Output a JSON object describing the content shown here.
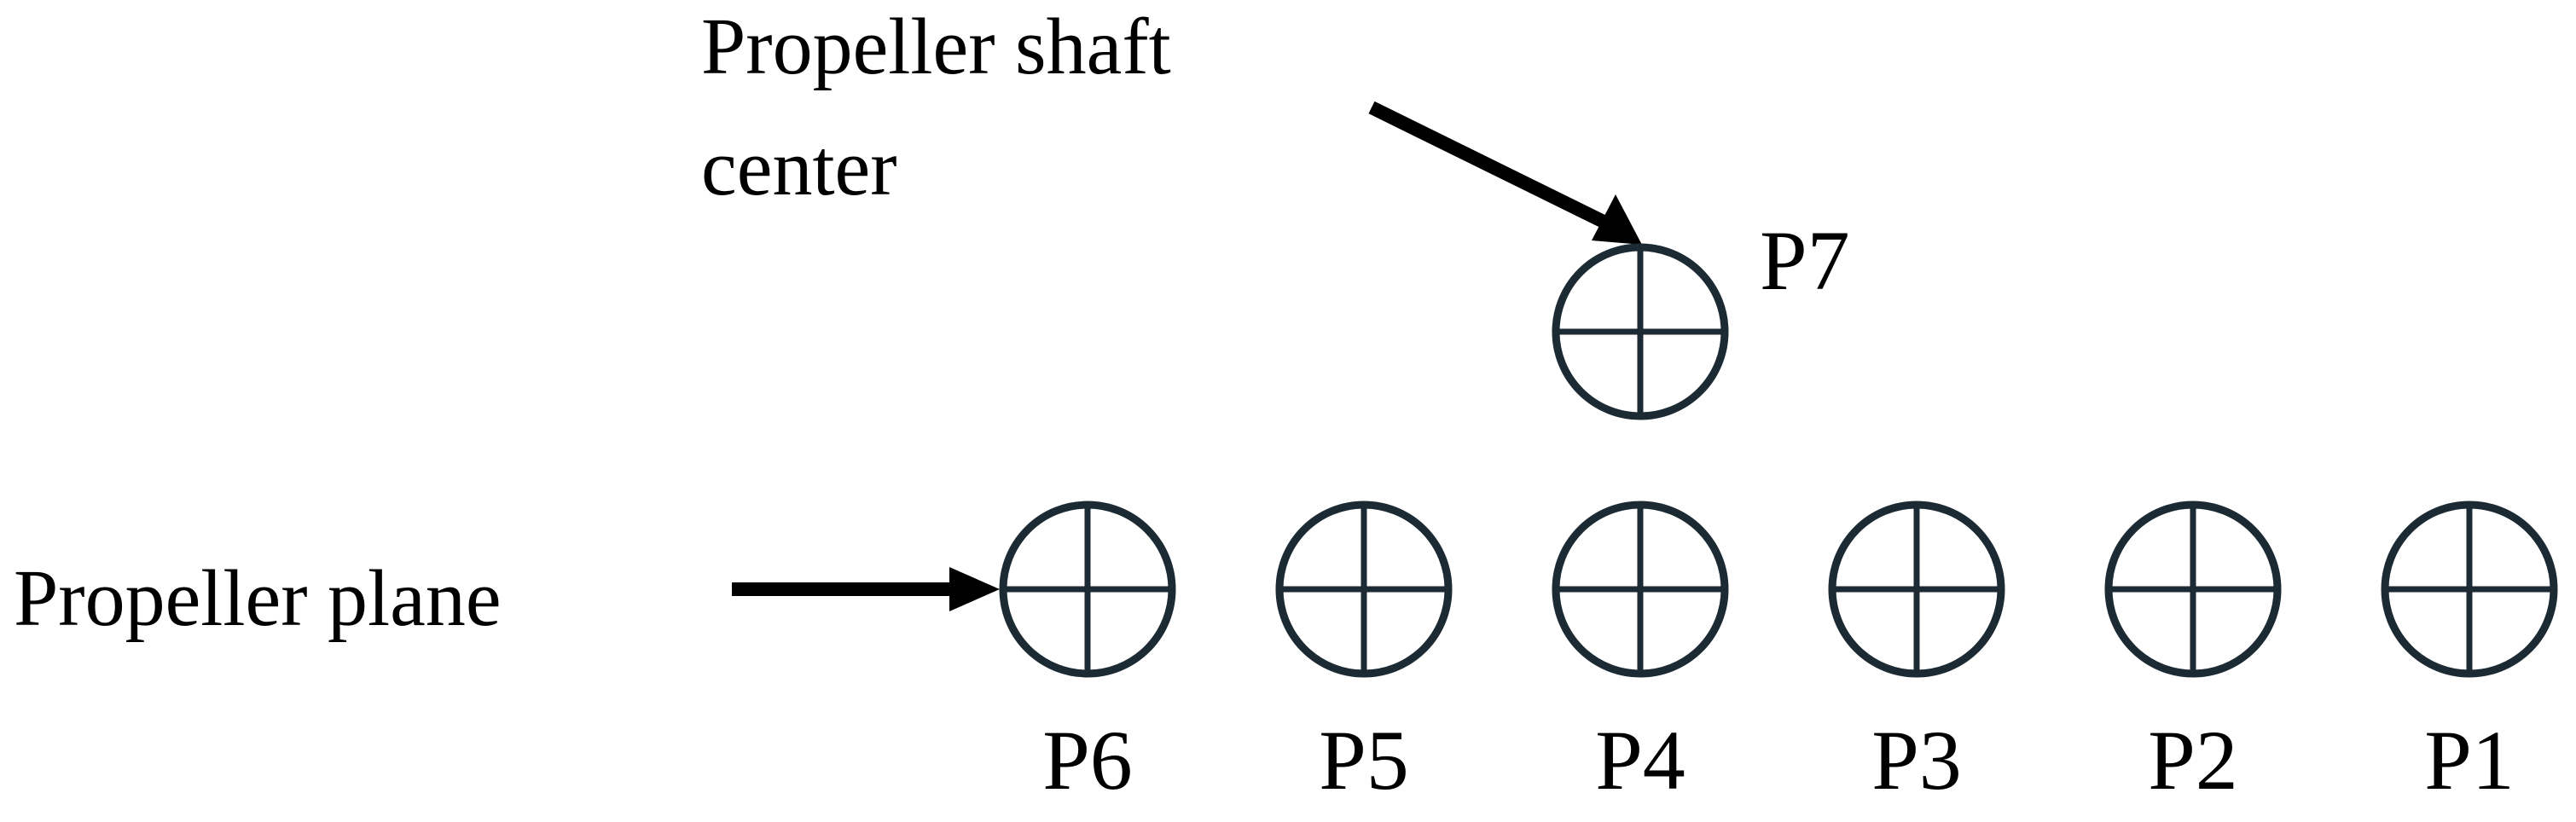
{
  "labels": {
    "shaft_center_line1": "Propeller shaft",
    "shaft_center_line2": "center",
    "plane": "Propeller plane"
  },
  "points": [
    {
      "id": "P1",
      "label": "P1"
    },
    {
      "id": "P2",
      "label": "P2"
    },
    {
      "id": "P3",
      "label": "P3"
    },
    {
      "id": "P4",
      "label": "P4"
    },
    {
      "id": "P5",
      "label": "P5"
    },
    {
      "id": "P6",
      "label": "P6"
    },
    {
      "id": "P7",
      "label": "P7"
    }
  ],
  "colors": {
    "marker": "#1c2a33",
    "arrow": "#000000",
    "text": "#000000",
    "background": "#ffffff"
  },
  "icons": {
    "marker": "crosshair-circle-icon"
  }
}
